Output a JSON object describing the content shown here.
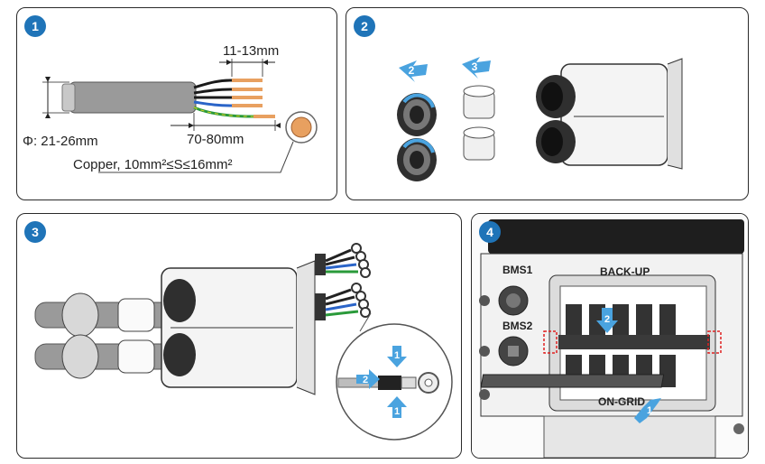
{
  "steps": [
    {
      "number": "1"
    },
    {
      "number": "2"
    },
    {
      "number": "3"
    },
    {
      "number": "4"
    }
  ],
  "step1": {
    "strip_length": "11-13mm",
    "diameter": "Φ: 21-26mm",
    "sheath_length": "70-80mm",
    "copper_spec": "Copper, 10mm²≤S≤16mm²"
  },
  "step2": {
    "arrow_a": "2",
    "arrow_b": "3"
  },
  "step3": {
    "arrow_top": "1",
    "arrow_side": "2",
    "arrow_bottom": "1"
  },
  "step4": {
    "port_bms1": "BMS1",
    "port_bms2": "BMS2",
    "terminal_top": "BACK-UP",
    "terminal_bottom": "ON-GRID",
    "arrow_down": "2",
    "arrow_up": "1"
  },
  "colors": {
    "accent": "#1f74b8",
    "accent_light": "#4aa3df",
    "cable": "#9a9a9a",
    "copper": "#e8a060",
    "highlight": "#e02020"
  }
}
